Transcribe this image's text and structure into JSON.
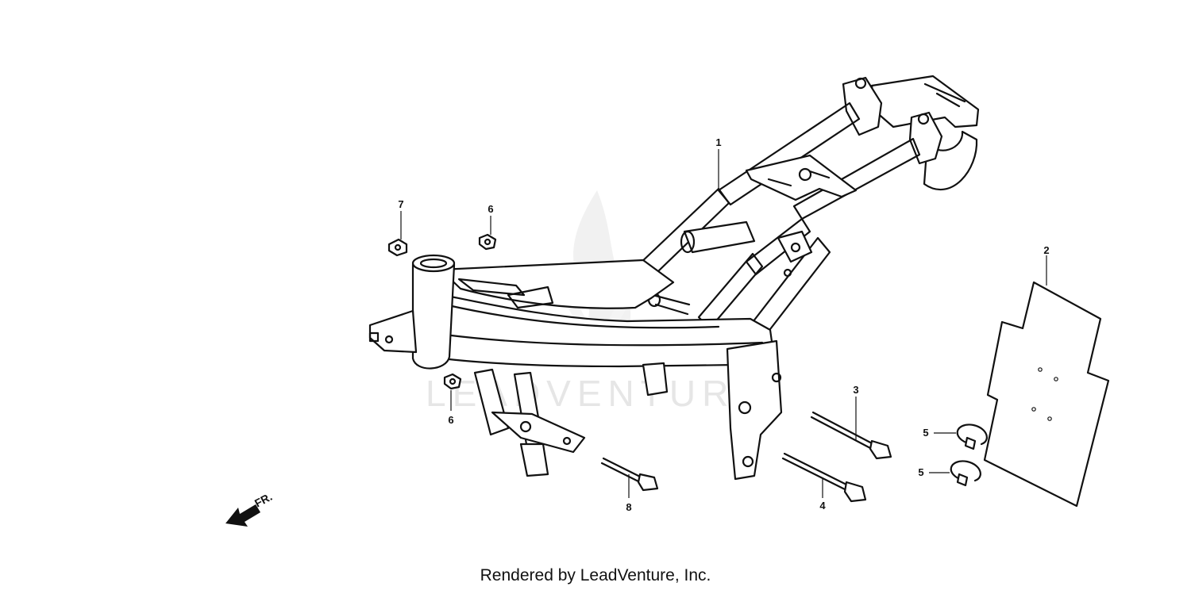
{
  "diagram": {
    "parts": [
      {
        "ref": "1",
        "name": "frame-body"
      },
      {
        "ref": "2",
        "name": "insulator-plate"
      },
      {
        "ref": "3",
        "name": "bolt-long-upper"
      },
      {
        "ref": "4",
        "name": "bolt-long-lower"
      },
      {
        "ref": "5",
        "name": "clip-upper"
      },
      {
        "ref": "5",
        "name": "clip-lower"
      },
      {
        "ref": "6",
        "name": "nut-upper"
      },
      {
        "ref": "6",
        "name": "nut-lower"
      },
      {
        "ref": "7",
        "name": "nut-flange"
      },
      {
        "ref": "8",
        "name": "bolt-short"
      }
    ],
    "direction_label": "FR.",
    "watermark": "LEADVENTURE"
  },
  "footer": {
    "text": "Rendered by LeadVenture, Inc."
  },
  "colors": {
    "ink": "#111111",
    "watermark": "#e6e6e6",
    "background": "#ffffff"
  }
}
